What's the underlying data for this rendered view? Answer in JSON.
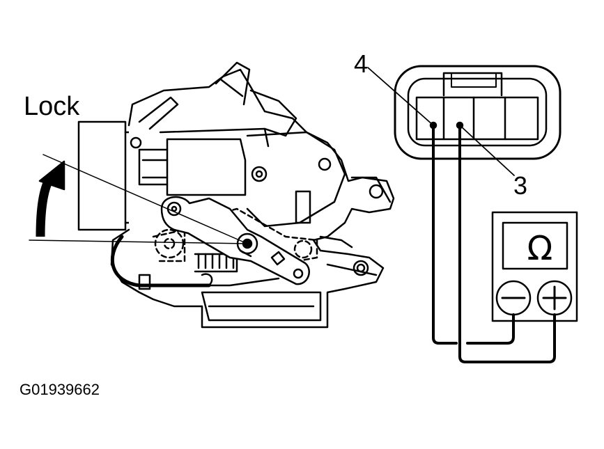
{
  "labels": {
    "lock": "Lock",
    "pin_4": "4",
    "pin_3": "3",
    "figure_id": "G01939662",
    "meter_symbol": "Ω"
  },
  "icons": {
    "meter_negative": "minus-icon",
    "meter_positive": "plus-icon",
    "direction_arrow": "arrow-up-icon"
  },
  "colors": {
    "ink": "#000000",
    "paper": "#ffffff"
  }
}
